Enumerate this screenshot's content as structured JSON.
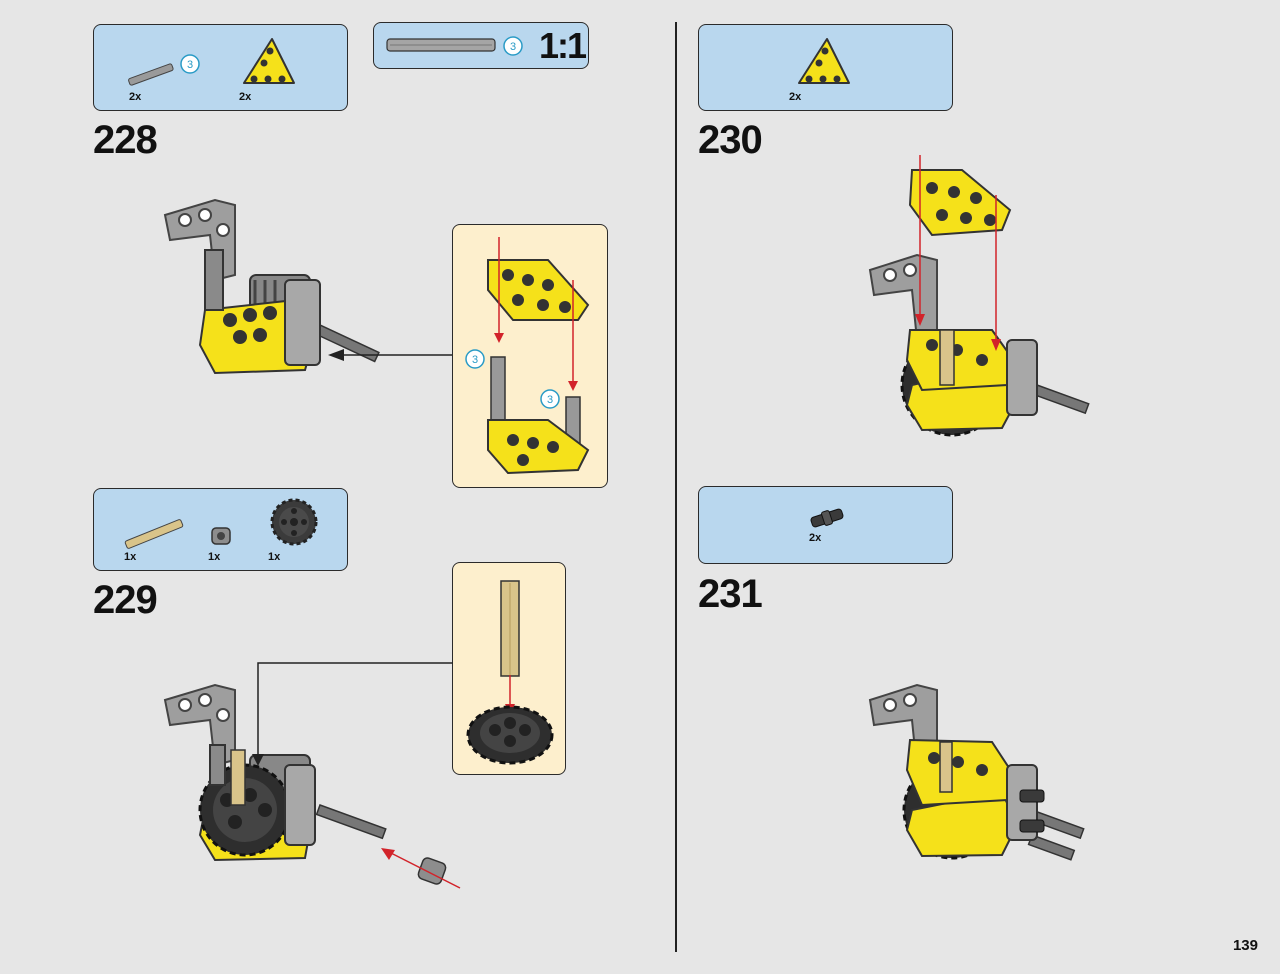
{
  "page_number": "139",
  "steps": [
    {
      "number": "228",
      "parts": [
        {
          "name": "axle-3-grey",
          "qty": "2x",
          "icon": "axle-icon"
        },
        {
          "name": "yellow-triangle-liftarm",
          "qty": "2x",
          "icon": "triangle-liftarm-icon"
        }
      ],
      "part_badge": "3",
      "callout_badges": [
        "3",
        "3"
      ]
    },
    {
      "number": "229",
      "parts": [
        {
          "name": "tan-axle",
          "qty": "1x",
          "icon": "tan-axle-icon"
        },
        {
          "name": "bush",
          "qty": "1x",
          "icon": "bush-icon"
        },
        {
          "name": "black-gear",
          "qty": "1x",
          "icon": "gear-icon"
        }
      ]
    },
    {
      "number": "230",
      "parts": [
        {
          "name": "yellow-triangle-liftarm",
          "qty": "2x",
          "icon": "triangle-liftarm-icon"
        }
      ]
    },
    {
      "number": "231",
      "parts": [
        {
          "name": "black-connector",
          "qty": "2x",
          "icon": "connector-icon"
        }
      ]
    }
  ],
  "scale_reference": {
    "badge": "3",
    "label": "1:1"
  },
  "colors": {
    "parts_box": "#b9d7ee",
    "callout": "#fdefcd",
    "yellow": "#f5e11a",
    "badge_stroke": "#2a9bc6",
    "arrow_red": "#d2232a"
  }
}
